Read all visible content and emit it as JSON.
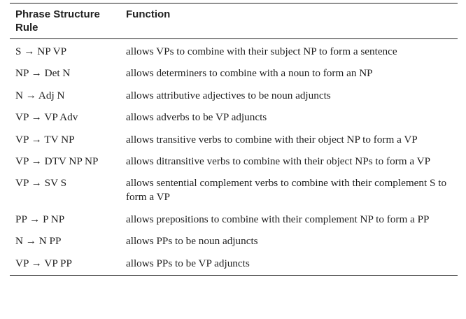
{
  "table": {
    "headers": {
      "rule": "Phrase Structure Rule",
      "function": "Function"
    },
    "rows": [
      {
        "rule": "S → NP VP",
        "function": "allows VPs to combine with their subject NP to form a sentence"
      },
      {
        "rule": "NP → Det N",
        "function": "allows determiners to combine with a noun to form an NP"
      },
      {
        "rule": "N → Adj N",
        "function": "allows attributive adjectives to be noun adjuncts"
      },
      {
        "rule": "VP → VP Adv",
        "function": "allows adverbs to be VP adjuncts"
      },
      {
        "rule": "VP → TV NP",
        "function": "allows transitive verbs to combine with their object NP to form a VP"
      },
      {
        "rule": "VP → DTV NP NP",
        "function": "allows ditransitive verbs to combine with their object NPs to form a VP"
      },
      {
        "rule": "VP → SV S",
        "function": "allows sentential complement verbs to combine with their complement S to form a VP"
      },
      {
        "rule": "PP → P NP",
        "function": "allows prepositions to combine with their complement NP to form a PP"
      },
      {
        "rule": "N → N PP",
        "function": "allows PPs to be noun adjuncts"
      },
      {
        "rule": "VP → VP PP",
        "function": "allows PPs to be VP adjuncts"
      }
    ]
  }
}
